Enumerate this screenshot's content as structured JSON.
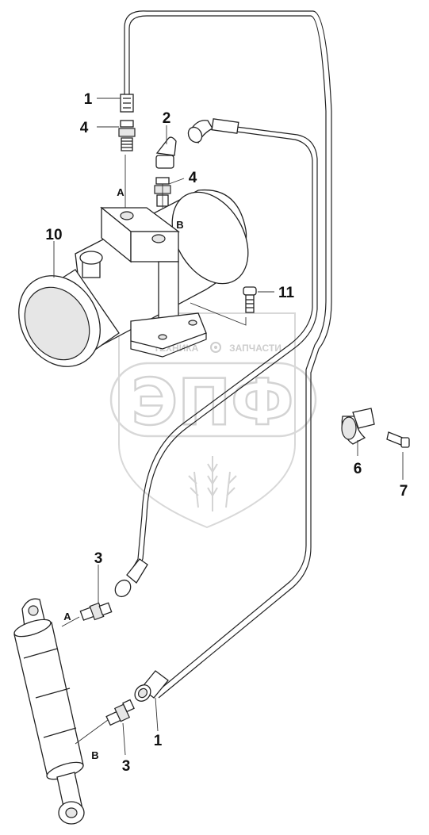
{
  "watermark": {
    "brand_left": "ТЕХНИКА",
    "brand_right": "ЗАПЧАСТИ",
    "logo": "ЭПФ",
    "gear_icon": "gear-icon",
    "wheat_icon": "wheat-icon",
    "colors": {
      "watermark": "#c8c8c8"
    }
  },
  "callouts": {
    "c1_top": "1",
    "c4_left": "4",
    "c2": "2",
    "c4_right": "4",
    "c10": "10",
    "c11": "11",
    "c6": "6",
    "c7": "7",
    "c3_upper": "3",
    "c1_bottom": "1",
    "c3_lower": "3"
  },
  "ports": {
    "pump_a": "A",
    "pump_b": "B",
    "cyl_a": "A",
    "cyl_b": "B"
  }
}
